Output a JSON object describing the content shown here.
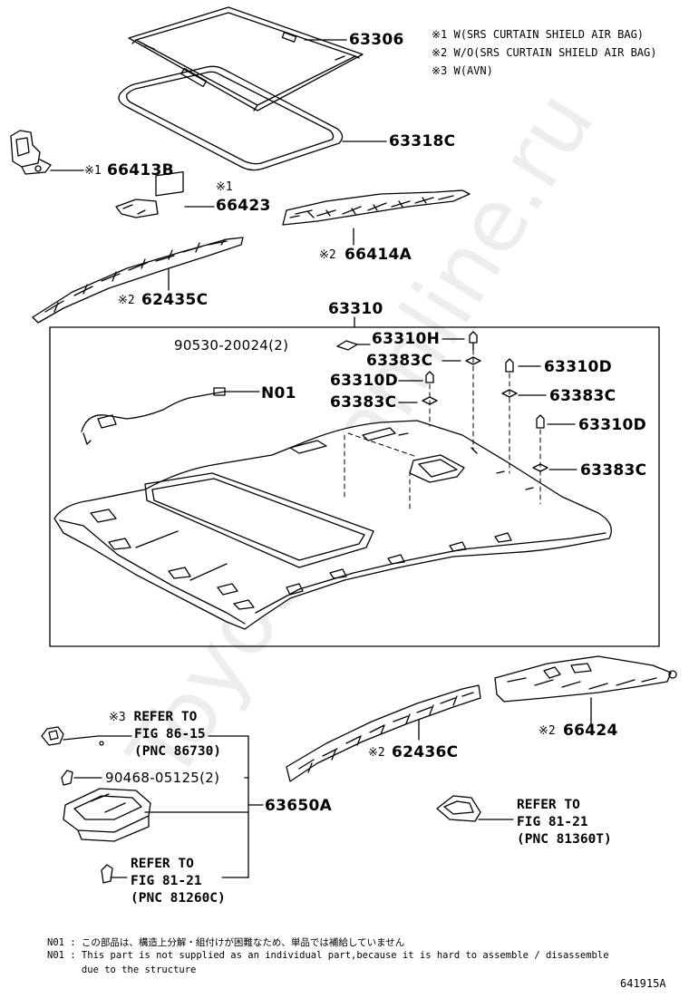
{
  "legend": [
    "※1 W(SRS CURTAIN SHIELD AIR BAG)",
    "※2 W/O(SRS CURTAIN SHIELD AIR BAG)",
    "※3 W(AVN)"
  ],
  "parts": {
    "p63306": "63306",
    "p63318C": "63318C",
    "p66413B_mark": "※1",
    "p66413B": "66413B",
    "p66423_mark": "※1",
    "p66423": "66423",
    "p66414A_mark": "※2",
    "p66414A": "66414A",
    "p62435C_mark": "※2",
    "p62435C": "62435C",
    "p63310": "63310",
    "p90530": "90530-20024(2)",
    "p63310H": "63310H",
    "p63383C_a": "63383C",
    "p63310D_a": "63310D",
    "p63310D_b": "63310D",
    "p63383C_b": "63383C",
    "p63383C_c": "63383C",
    "p63310D_c": "63310D",
    "p63383C_d": "63383C",
    "pN01": "N01",
    "p66424_mark": "※2",
    "p66424": "66424",
    "p62436C_mark": "※2",
    "p62436C": "62436C",
    "p90468": "90468-05125(2)",
    "p63650A": "63650A"
  },
  "refs": {
    "r1_mark": "※3",
    "r1_l1": "REFER TO",
    "r1_l2": "FIG 86-15",
    "r1_l3": "(PNC 86730)",
    "r2_l1": "REFER TO",
    "r2_l2": "FIG 81-21",
    "r2_l3": "(PNC 81260C)",
    "r3_l1": "REFER TO",
    "r3_l2": "FIG 81-21",
    "r3_l3": "(PNC 81360T)"
  },
  "notes": {
    "n1": "N01 : この部品は、構造上分解・組付けが困難なため、単品では補給していません",
    "n2": "N01 : This part is not supplied as an individual part,because it is hard to assemble / disassemble",
    "n3": "      due to the structure"
  },
  "figure_id": "641915A",
  "watermark": "Toyota-Camline.ru"
}
